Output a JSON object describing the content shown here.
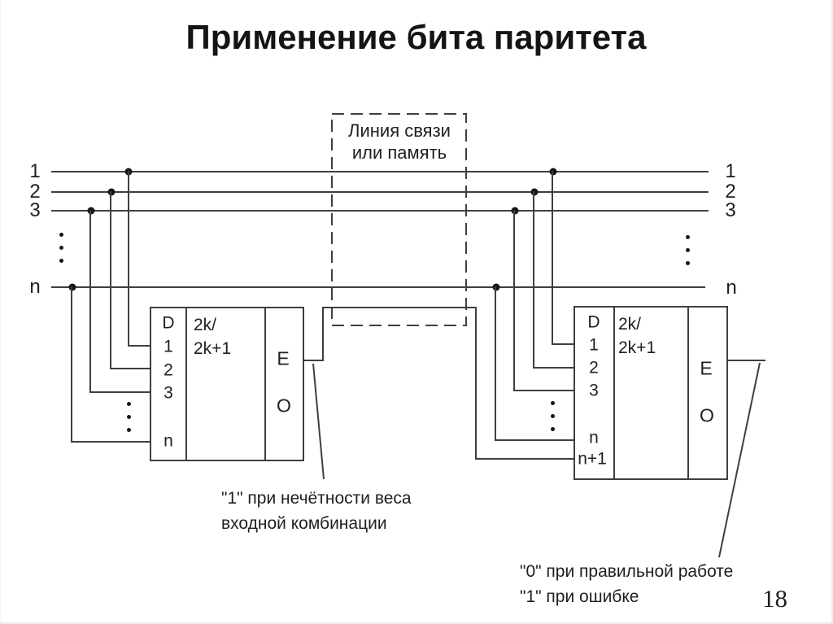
{
  "slide": {
    "title": "Применение бита паритета",
    "page_number": "18"
  },
  "channel_box": {
    "line1": "Линия связи",
    "line2": "или память"
  },
  "bus": {
    "left_labels": [
      "1",
      "2",
      "3",
      "n"
    ],
    "right_labels": [
      "1",
      "2",
      "3",
      "n"
    ]
  },
  "encoder": {
    "port_labels": [
      "D",
      "1",
      "2",
      "3",
      "n"
    ],
    "mode_lines": [
      "2k/",
      "2k+1"
    ],
    "output_labels": [
      "E",
      "O"
    ]
  },
  "checker": {
    "port_labels": [
      "D",
      "1",
      "2",
      "3",
      "n",
      "n+1"
    ],
    "mode_lines": [
      "2k/",
      "2k+1"
    ],
    "output_labels": [
      "E",
      "O"
    ]
  },
  "notes": {
    "encoder_line1": "\"1\" при нечётности веса",
    "encoder_line2": "входной комбинации",
    "checker_line1": "\"0\" при правильной работе",
    "checker_line2": "\"1\" при ошибке"
  },
  "colors": {
    "line": "#3f3f3f",
    "text": "#1f1f1f",
    "background": "#ffffff"
  }
}
